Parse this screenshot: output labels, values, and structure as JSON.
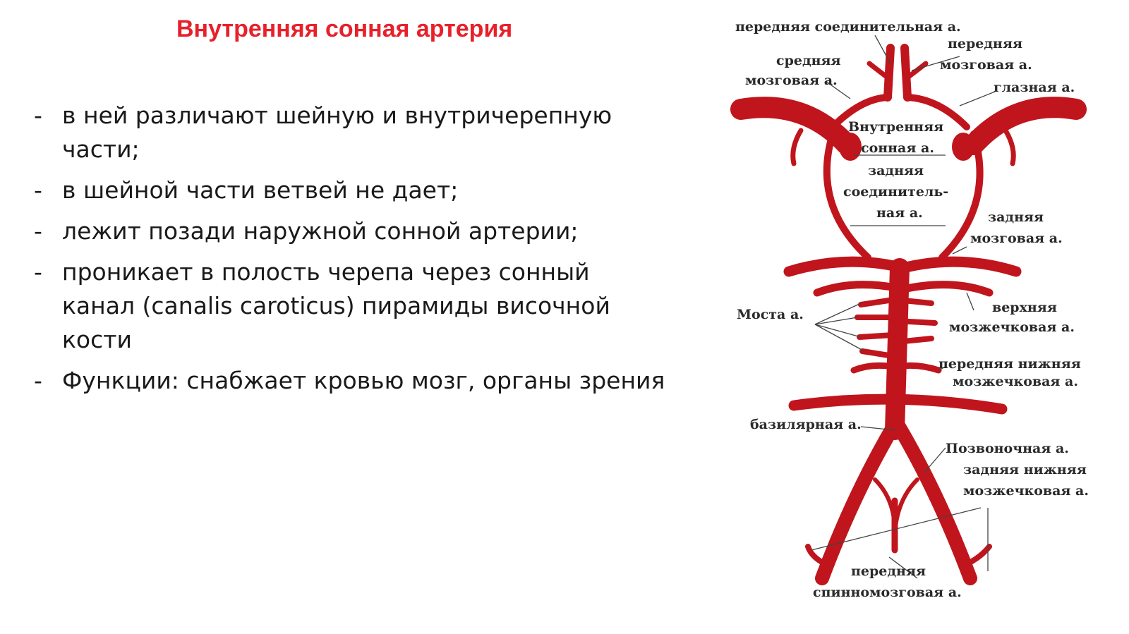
{
  "slide": {
    "title": "Внутренняя сонная артерия",
    "bullets": [
      {
        "marker": "-",
        "text": "в ней различают шейную и внутричерепную части;"
      },
      {
        "marker": "-",
        "text": "в шейной части ветвей не дает;"
      },
      {
        "marker": "-",
        "text": "лежит позади наружной сонной артерии;"
      },
      {
        "marker": "-",
        "text": "проникает в полость черепа через сонный канал (canalis caroticus) пирамиды височной кости"
      },
      {
        "marker": "-",
        "text": "Функции: снабжает кровью мозг, органы зрения"
      }
    ]
  },
  "diagram": {
    "artery_color": "#c0151c",
    "labels": {
      "anterior_communicating": "передняя соединительная а.",
      "anterior_cerebral_1": "передняя",
      "anterior_cerebral_2": "мозговая а.",
      "middle_cerebral_1": "средняя",
      "middle_cerebral_2": "мозговая а.",
      "ophthalmic": "глазная а.",
      "internal_carotid_1": "Внутренняя",
      "internal_carotid_2": "сонная а.",
      "posterior_communicating_1": "задняя",
      "posterior_communicating_2": "соединитель-",
      "posterior_communicating_3": "ная а.",
      "posterior_cerebral_1": "задняя",
      "posterior_cerebral_2": "мозговая а.",
      "pontine": "Моста а.",
      "superior_cerebellar_1": "верхняя",
      "superior_cerebellar_2": "мозжечковая а.",
      "anterior_inferior_cerebellar_1": "передняя нижняя",
      "anterior_inferior_cerebellar_2": "мозжечковая а.",
      "basilar": "базилярная а.",
      "vertebral": "Позвоночная а.",
      "posterior_inferior_cerebellar_1": "задняя нижняя",
      "posterior_inferior_cerebellar_2": "мозжечковая а.",
      "anterior_spinal_1": "передняя",
      "anterior_spinal_2": "спинномозговая а."
    }
  }
}
